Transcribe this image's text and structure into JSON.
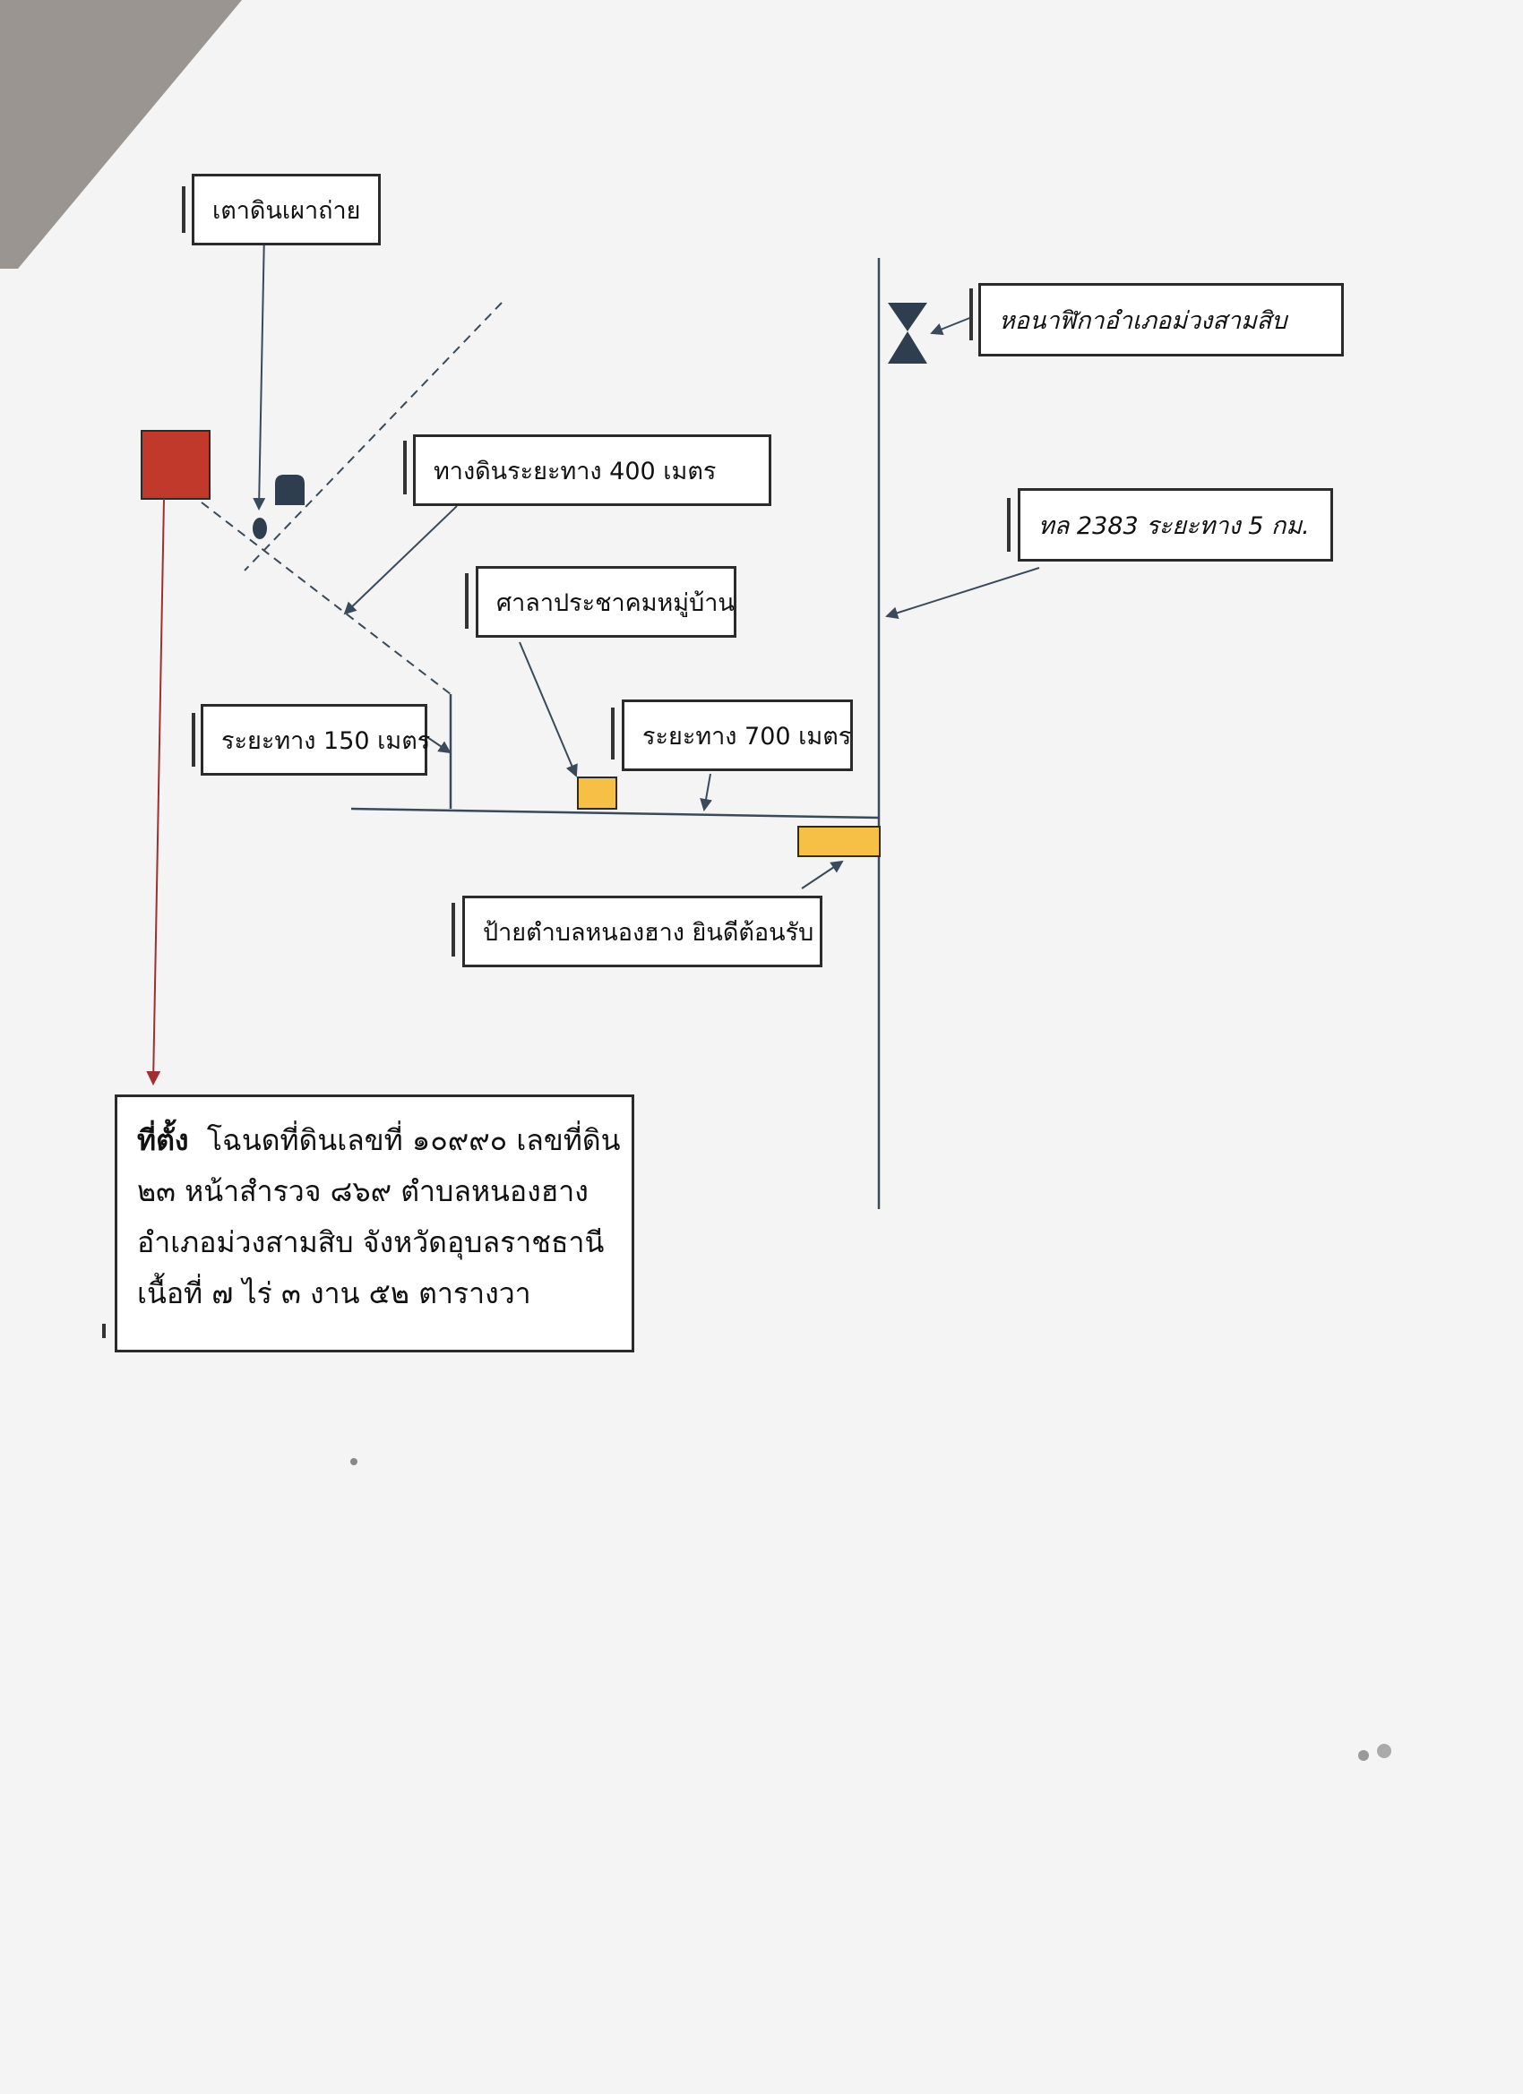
{
  "labels": {
    "kiln": "เตาดินเผาถ่าย",
    "clock_tower": "หอนาฬิกาอำเภอม่วงสามสิบ",
    "dirt_road": "ทางดินระยะทาง 400 เมตร",
    "highway": "ทล 2383 ระยะทาง 5 กม.",
    "village_hall": "ศาลาประชาคมหมู่บ้าน",
    "dist_150": "ระยะทาง 150 เมตร",
    "dist_700": "ระยะทาง 700 เมตร",
    "welcome_sign": "ป้ายตำบลหนองฮาง ยินดีต้อนรับ"
  },
  "location": {
    "heading": "ที่ตั้ง",
    "line1": "โฉนดที่ดินเลขที่ ๑๐๙๙๐ เลขที่ดิน",
    "line2": "๒๓ หน้าสำรวจ ๘๖๙ ตำบลหนองฮาง",
    "line3": "อำเภอม่วงสามสิบ จังหวัดอุบลราชธานี",
    "line4": "เนื้อที่  ๗  ไร่ ๓ งาน ๕๒  ตารางวา"
  },
  "colors": {
    "site_marker": "#c0392b",
    "building_marker": "#f6c046",
    "kiln_marker": "#2f3e4e",
    "clock_tower_icon": "#2f3e4e",
    "line_color": "#3a4a5a",
    "site_arrow": "#a03030"
  }
}
